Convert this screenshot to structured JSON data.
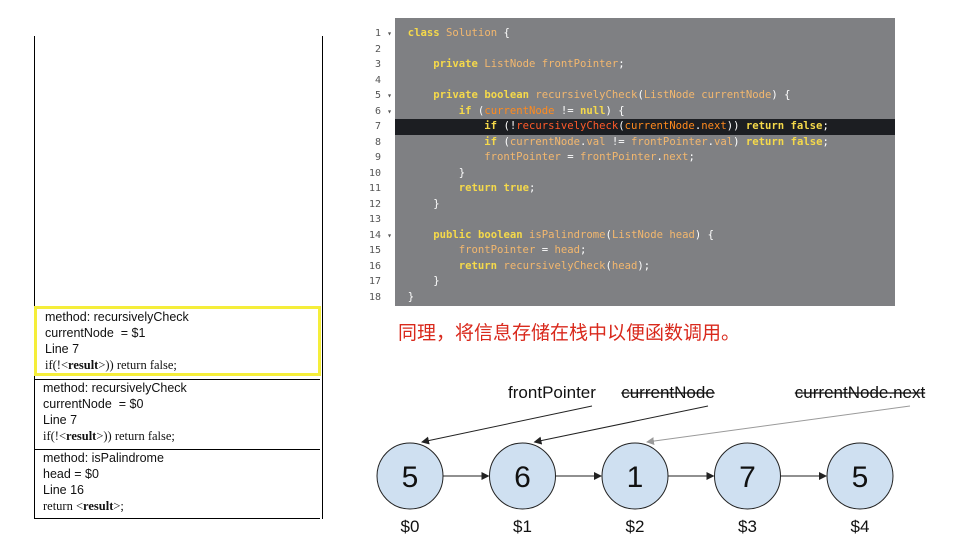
{
  "call_stack": [
    {
      "method": "method: recursivelyCheck",
      "var": "currentNode  = $1",
      "line": "Line 7",
      "stmt_pre": "if(!<",
      "stmt_bold": "result",
      "stmt_post": ">)) return false;",
      "highlighted": true
    },
    {
      "method": "method: recursivelyCheck",
      "var": "currentNode  = $0",
      "line": "Line 7",
      "stmt_pre": "if(!<",
      "stmt_bold": "result",
      "stmt_post": ">)) return false;",
      "highlighted": false
    },
    {
      "method": "method: isPalindrome",
      "var": "head = $0",
      "line": "Line 16",
      "stmt_pre": "return <",
      "stmt_bold": "result",
      "stmt_post": ">;",
      "highlighted": false
    }
  ],
  "code": {
    "active_line": 7,
    "lines": [
      {
        "n": "1",
        "fold": true,
        "indent": 0,
        "tokens": [
          [
            "k",
            "class"
          ],
          [
            "w",
            " "
          ],
          [
            "t",
            "Solution"
          ],
          [
            "w",
            " {"
          ]
        ]
      },
      {
        "n": "2",
        "fold": false,
        "indent": 0,
        "tokens": []
      },
      {
        "n": "3",
        "fold": false,
        "indent": 4,
        "tokens": [
          [
            "k",
            "private"
          ],
          [
            "w",
            " "
          ],
          [
            "t",
            "ListNode"
          ],
          [
            "w",
            " "
          ],
          [
            "s",
            "frontPointer"
          ],
          [
            "w",
            ";"
          ]
        ]
      },
      {
        "n": "4",
        "fold": false,
        "indent": 0,
        "tokens": []
      },
      {
        "n": "5",
        "fold": true,
        "indent": 4,
        "tokens": [
          [
            "k",
            "private"
          ],
          [
            "w",
            " "
          ],
          [
            "k",
            "boolean"
          ],
          [
            "w",
            " "
          ],
          [
            "s",
            "recursivelyCheck"
          ],
          [
            "w",
            "("
          ],
          [
            "t",
            "ListNode"
          ],
          [
            "w",
            " "
          ],
          [
            "s",
            "currentNode"
          ],
          [
            "w",
            ") {"
          ]
        ]
      },
      {
        "n": "6",
        "fold": true,
        "indent": 8,
        "tokens": [
          [
            "k",
            "if"
          ],
          [
            "w",
            " ("
          ],
          [
            "a",
            "currentNode"
          ],
          [
            "w",
            " != "
          ],
          [
            "k",
            "null"
          ],
          [
            "w",
            ") {"
          ]
        ]
      },
      {
        "n": "7",
        "fold": false,
        "indent": 12,
        "tokens": [
          [
            "k",
            "if"
          ],
          [
            "w",
            " (!"
          ],
          [
            "r",
            "recursivelyCheck"
          ],
          [
            "w",
            "("
          ],
          [
            "a",
            "currentNode"
          ],
          [
            "w",
            "."
          ],
          [
            "a",
            "next"
          ],
          [
            "w",
            ")) "
          ],
          [
            "k",
            "return"
          ],
          [
            "w",
            " "
          ],
          [
            "k",
            "false"
          ],
          [
            "w",
            ";"
          ]
        ]
      },
      {
        "n": "8",
        "fold": false,
        "indent": 12,
        "tokens": [
          [
            "k",
            "if"
          ],
          [
            "w",
            " ("
          ],
          [
            "s",
            "currentNode"
          ],
          [
            "w",
            "."
          ],
          [
            "s",
            "val"
          ],
          [
            "w",
            " != "
          ],
          [
            "s",
            "frontPointer"
          ],
          [
            "w",
            "."
          ],
          [
            "s",
            "val"
          ],
          [
            "w",
            ") "
          ],
          [
            "k",
            "return"
          ],
          [
            "w",
            " "
          ],
          [
            "k",
            "false"
          ],
          [
            "w",
            ";"
          ]
        ]
      },
      {
        "n": "9",
        "fold": false,
        "indent": 12,
        "tokens": [
          [
            "s",
            "frontPointer"
          ],
          [
            "w",
            " = "
          ],
          [
            "s",
            "frontPointer"
          ],
          [
            "w",
            "."
          ],
          [
            "s",
            "next"
          ],
          [
            "w",
            ";"
          ]
        ]
      },
      {
        "n": "10",
        "fold": false,
        "indent": 8,
        "tokens": [
          [
            "w",
            "}"
          ]
        ]
      },
      {
        "n": "11",
        "fold": false,
        "indent": 8,
        "tokens": [
          [
            "k",
            "return"
          ],
          [
            "w",
            " "
          ],
          [
            "k",
            "true"
          ],
          [
            "w",
            ";"
          ]
        ]
      },
      {
        "n": "12",
        "fold": false,
        "indent": 4,
        "tokens": [
          [
            "w",
            "}"
          ]
        ]
      },
      {
        "n": "13",
        "fold": false,
        "indent": 0,
        "tokens": []
      },
      {
        "n": "14",
        "fold": true,
        "indent": 4,
        "tokens": [
          [
            "k",
            "public"
          ],
          [
            "w",
            " "
          ],
          [
            "k",
            "boolean"
          ],
          [
            "w",
            " "
          ],
          [
            "s",
            "isPalindrome"
          ],
          [
            "w",
            "("
          ],
          [
            "t",
            "ListNode"
          ],
          [
            "w",
            " "
          ],
          [
            "s",
            "head"
          ],
          [
            "w",
            ") {"
          ]
        ]
      },
      {
        "n": "15",
        "fold": false,
        "indent": 8,
        "tokens": [
          [
            "s",
            "frontPointer"
          ],
          [
            "w",
            " = "
          ],
          [
            "s",
            "head"
          ],
          [
            "w",
            ";"
          ]
        ]
      },
      {
        "n": "16",
        "fold": false,
        "indent": 8,
        "tokens": [
          [
            "k",
            "return"
          ],
          [
            "w",
            " "
          ],
          [
            "s",
            "recursivelyCheck"
          ],
          [
            "w",
            "("
          ],
          [
            "s",
            "head"
          ],
          [
            "w",
            ");"
          ]
        ]
      },
      {
        "n": "17",
        "fold": false,
        "indent": 4,
        "tokens": [
          [
            "w",
            "}"
          ]
        ]
      },
      {
        "n": "18",
        "fold": false,
        "indent": 0,
        "tokens": [
          [
            "w",
            "}"
          ]
        ]
      }
    ]
  },
  "caption": "同理，将信息存储在栈中以便函数调用。",
  "diagram": {
    "nodes": [
      {
        "value": "5",
        "address": "$0"
      },
      {
        "value": "6",
        "address": "$1"
      },
      {
        "value": "1",
        "address": "$2"
      },
      {
        "value": "7",
        "address": "$3"
      },
      {
        "value": "5",
        "address": "$4"
      }
    ],
    "pointers": [
      {
        "label": "frontPointer",
        "target": 0,
        "struck": false
      },
      {
        "label": "currentNode",
        "target": 1,
        "struck": true
      },
      {
        "label": "currentNode.next",
        "target": 2,
        "struck": true
      }
    ],
    "node_fill": "#cfe0f1",
    "node_stroke": "#222222"
  }
}
